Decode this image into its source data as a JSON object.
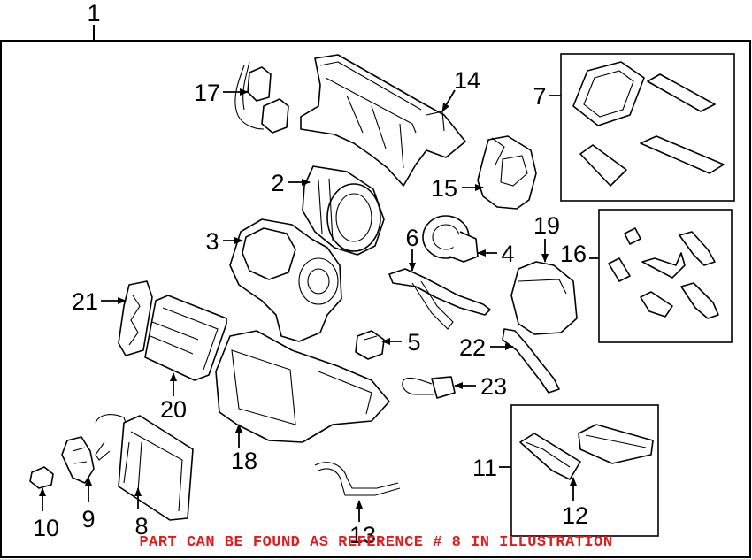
{
  "callouts": {
    "c1": "1",
    "c2": "2",
    "c3": "3",
    "c4": "4",
    "c5": "5",
    "c6": "6",
    "c7": "7",
    "c8": "8",
    "c9": "9",
    "c10": "10",
    "c11": "11",
    "c12": "12",
    "c13": "13",
    "c14": "14",
    "c15": "15",
    "c16": "16",
    "c17": "17",
    "c18": "18",
    "c19": "19",
    "c20": "20",
    "c21": "21",
    "c22": "22",
    "c23": "23"
  },
  "footer_text": "PART CAN BE FOUND AS REFERENCE # 8 IN ILLUSTRATION",
  "colors": {
    "footer": "#e21c1c",
    "line": "#000000",
    "background": "#ffffff"
  }
}
